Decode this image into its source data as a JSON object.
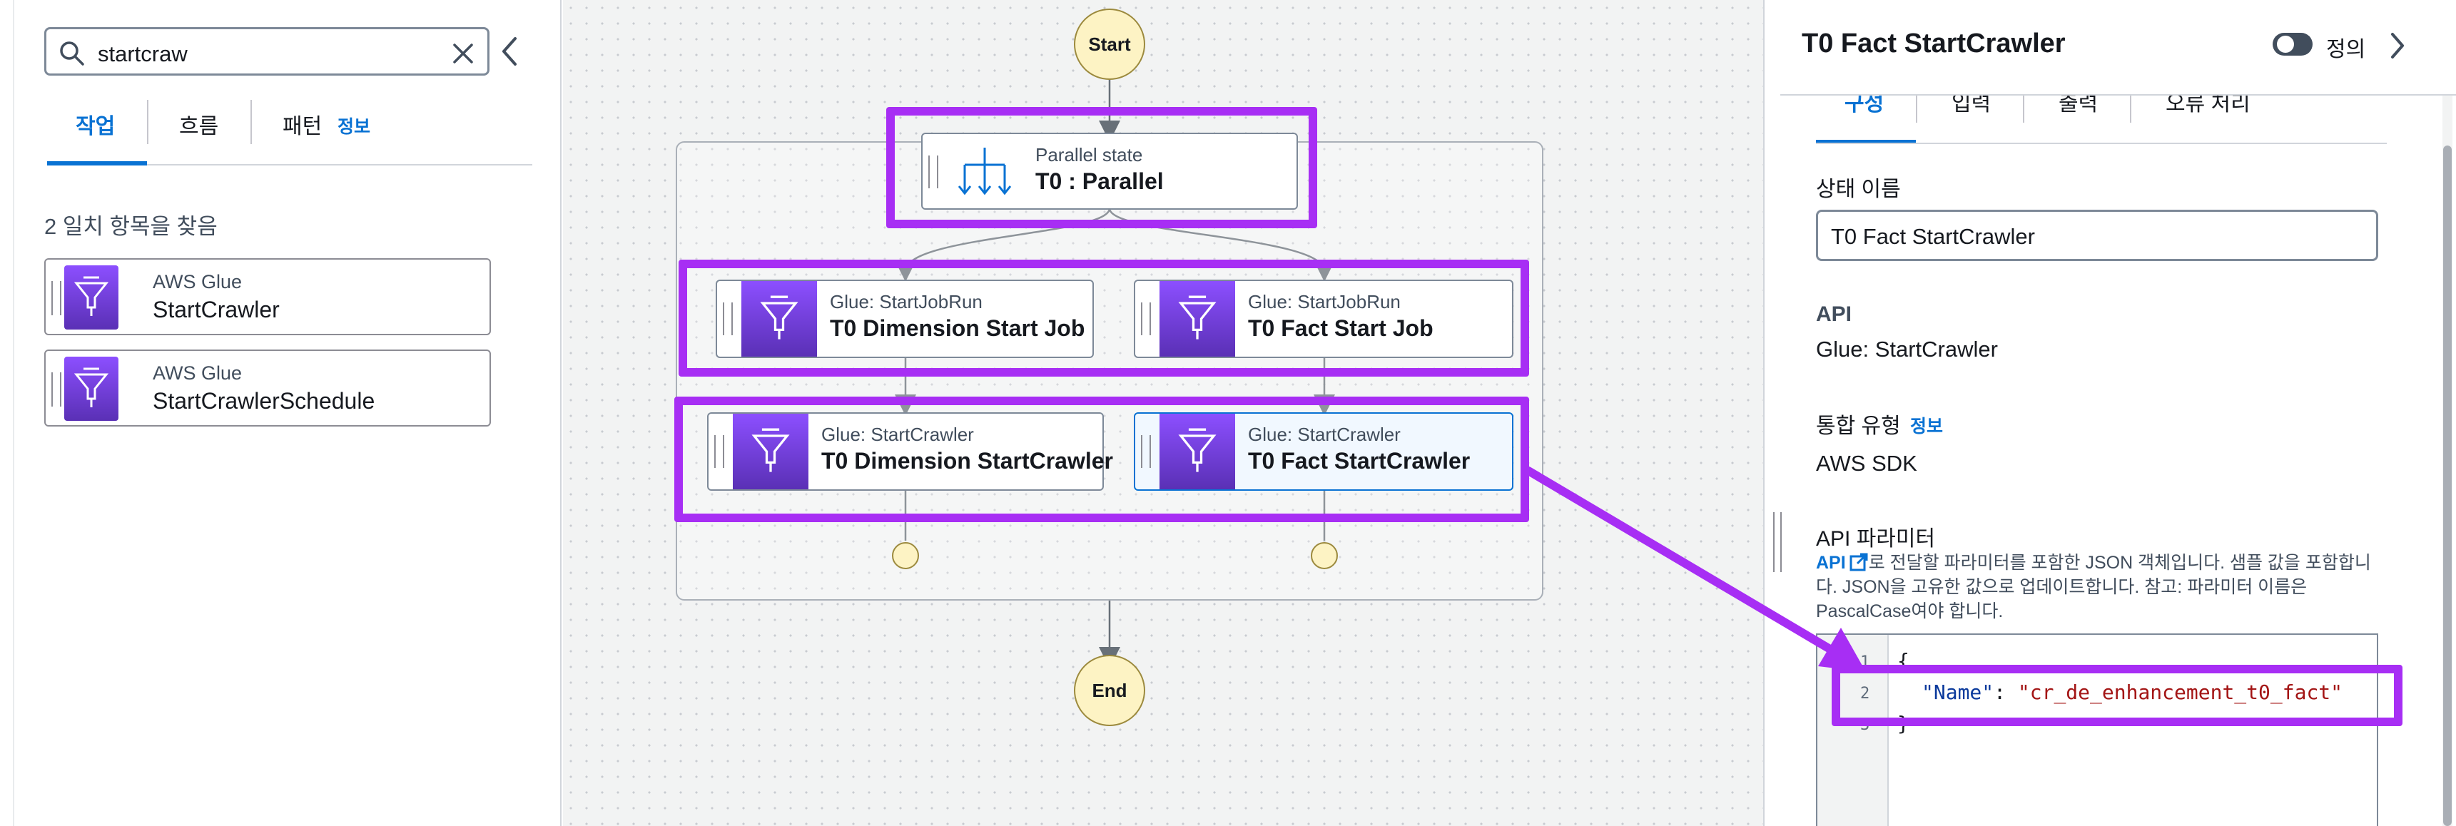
{
  "left_panel": {
    "search_value": "startcraw",
    "tabs": [
      {
        "label": "작업"
      },
      {
        "label": "흐름"
      },
      {
        "label": "패턴",
        "info": "정보"
      }
    ],
    "match_count": "2 일치 항목을 찾음",
    "results": [
      {
        "service": "AWS Glue",
        "name": "StartCrawler"
      },
      {
        "service": "AWS Glue",
        "name": "StartCrawlerSchedule"
      }
    ]
  },
  "canvas": {
    "start_label": "Start",
    "end_label": "End",
    "parallel_node": {
      "type": "Parallel state",
      "name": "T0 : Parallel"
    },
    "nodes": [
      {
        "service": "Glue: StartJobRun",
        "name": "T0 Dimension Start Job"
      },
      {
        "service": "Glue: StartJobRun",
        "name": "T0 Fact Start Job"
      },
      {
        "service": "Glue: StartCrawler",
        "name": "T0 Dimension StartCrawler"
      },
      {
        "service": "Glue: StartCrawler",
        "name": "T0 Fact StartCrawler"
      }
    ],
    "highlight_color": "#a72ef4",
    "selected_node_color": "#0972d3"
  },
  "right_panel": {
    "title": "T0 Fact StartCrawler",
    "toggle_label": "정의",
    "tabs": [
      "구성",
      "입력",
      "출력",
      "오류 처리"
    ],
    "state_name_label": "상태 이름",
    "state_name_value": "T0 Fact StartCrawler",
    "api_label": "API",
    "api_value": "Glue: StartCrawler",
    "integration_label": "통합 유형",
    "integration_info": "정보",
    "integration_value": "AWS SDK",
    "api_params_label": "API 파라미터",
    "api_params_link": "API",
    "api_params_desc": "로 전달할 파라미터를 포함한 JSON 객체입니다. 샘플 값을 포함합니다. JSON을 고유한 값으로 업데이트합니다. 참고: 파라미터 이름은 PascalCase여야 합니다.",
    "code_lines": [
      {
        "num": "1",
        "text": "{"
      },
      {
        "num": "2",
        "key": "\"Name\"",
        "sep": ": ",
        "value": "\"cr_de_enhancement_t0_fact\""
      },
      {
        "num": "3",
        "text": "}"
      }
    ]
  },
  "icons": {
    "search": "search-icon",
    "clear": "close-icon",
    "collapse": "chevron-left-icon",
    "next": "chevron-right-icon",
    "glue": "glue-funnel-icon",
    "parallel": "parallel-branch-icon",
    "external_link": "external-link-icon"
  }
}
